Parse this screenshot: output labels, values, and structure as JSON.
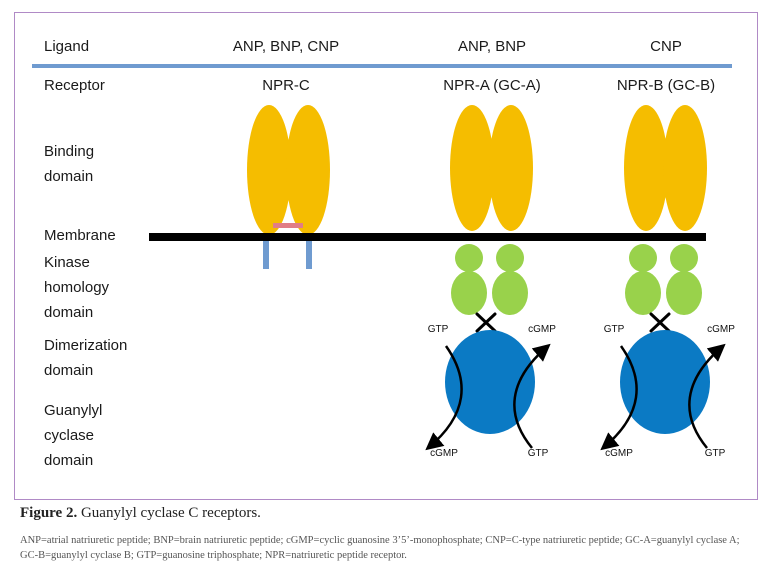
{
  "header": {
    "ligand_label": "Ligand",
    "receptor_label": "Receptor"
  },
  "columns": [
    {
      "ligand": "ANP, BNP, CNP",
      "receptor": "NPR-C"
    },
    {
      "ligand": "ANP, BNP",
      "receptor": "NPR-A (GC-A)"
    },
    {
      "ligand": "CNP",
      "receptor": "NPR-B (GC-B)"
    }
  ],
  "rows": {
    "binding": [
      "Binding",
      "domain"
    ],
    "membrane": "Membrane",
    "kinase": [
      "Kinase",
      "homology",
      "domain"
    ],
    "dimerization": [
      "Dimerization",
      "domain"
    ],
    "guanylyl": [
      "Guanylyl",
      "cyclase",
      "domain"
    ]
  },
  "reaction_labels": {
    "gtp": "GTP",
    "cgmp": "cGMP"
  },
  "colors": {
    "frame": "#b08ac6",
    "ligand_bar": "#6f9bd0",
    "binding_domain": "#f5bd00",
    "membrane": "#000000",
    "kinase_domain": "#99d24b",
    "cyclase_domain": "#0b7ac4",
    "nprc_link": "#e07d86",
    "nprc_tail": "#6f9bd0"
  },
  "caption": {
    "label": "Figure 2.",
    "text": "Guanylyl cyclase C receptors."
  },
  "abbreviations": "ANP=atrial natriuretic peptide; BNP=brain natriuretic peptide; cGMP=cyclic guanosine 3’5’-monophosphate; CNP=C-type natriuretic peptide; GC-A=guanylyl cyclase A; GC-B=guanylyl cyclase B; GTP=guanosine triphosphate; NPR=natriuretic peptide receptor."
}
